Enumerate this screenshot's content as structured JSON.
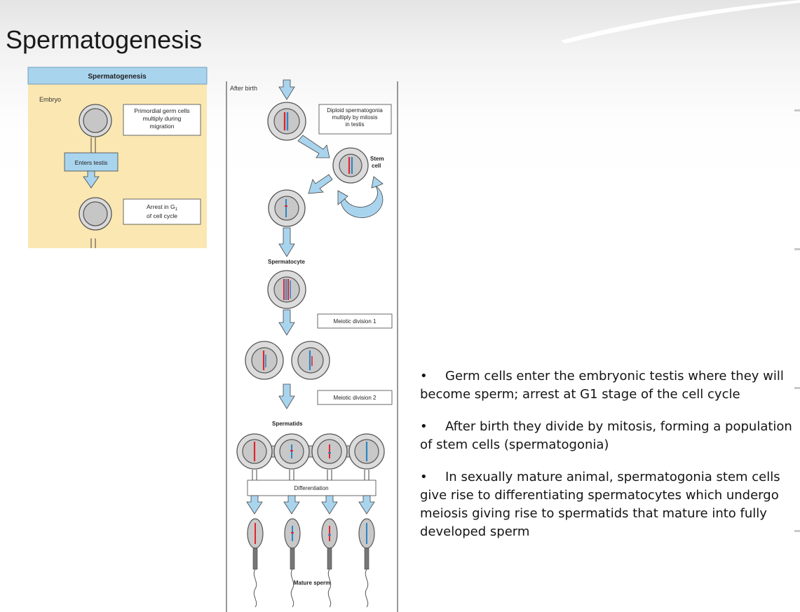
{
  "title": "Spermatogenesis",
  "left_panel": {
    "header": "Spermatogenesis",
    "section_label": "Embryo",
    "boxes": {
      "primordial": [
        "Primordial germ cells",
        "multiply during",
        "migration"
      ],
      "enters_testis": "Enters testis",
      "arrest": [
        "Arrest in G",
        "of cell cycle"
      ],
      "arrest_subscript": "1"
    }
  },
  "right_panel": {
    "section_label": "After birth",
    "diploid_box": [
      "Diploid spermatogonia",
      "multiply by mitosis",
      "in testis"
    ],
    "stem_label": [
      "Stem",
      "cell"
    ],
    "spermatocyte_label": "Spermatocyte",
    "meiosis1_box": "Meiotic division 1",
    "meiosis2_box": "Meiotic division 2",
    "spermatids_label": "Spermatids",
    "differentiation_box": "Differentiation",
    "mature_label": "Mature sperm"
  },
  "bullets": [
    "Germ cells enter the embryonic testis where they will become sperm; arrest at G1 stage of the cell cycle",
    "After birth they divide by mitosis, forming a population of stem cells (spermatogonia)",
    "In sexually mature animal, spermatogonia stem cells give rise to differentiating spermatocytes which undergo meiosis giving rise to spermatids that mature into fully developed sperm"
  ],
  "colors": {
    "panel_bg": "#fbe7b2",
    "header_bg": "#a9d4ee",
    "arrow_fill": "#a9d4ee",
    "chromosome_red": "#e0262f",
    "chromosome_blue": "#2a86c8",
    "cell_outer": "#dcdcdc",
    "cell_inner": "#c8c8c8"
  }
}
